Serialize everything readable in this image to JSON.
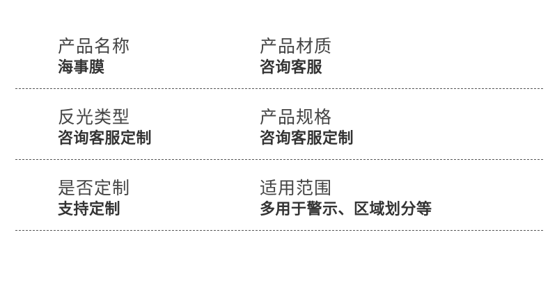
{
  "specs": {
    "rows": [
      {
        "left": {
          "label": "产品名称",
          "value": "海事膜"
        },
        "right": {
          "label": "产品材质",
          "value": "咨询客服"
        }
      },
      {
        "left": {
          "label": "反光类型",
          "value": "咨询客服定制"
        },
        "right": {
          "label": "产品规格",
          "value": "咨询客服定制"
        }
      },
      {
        "left": {
          "label": "是否定制",
          "value": "支持定制"
        },
        "right": {
          "label": "适用范围",
          "value": "多用于警示、区域划分等"
        }
      }
    ]
  },
  "colors": {
    "label": "#444444",
    "value": "#333333",
    "divider": "#555555",
    "background": "#ffffff"
  }
}
